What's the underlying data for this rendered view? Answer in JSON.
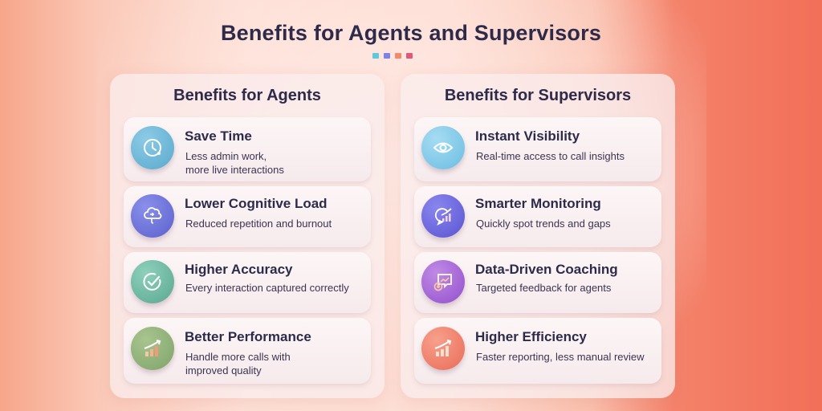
{
  "header": {
    "title": "Benefits for Agents and Supervisors",
    "accent_dots": [
      "#5fc8dc",
      "#7b84e6",
      "#f28a6e",
      "#e2587a"
    ]
  },
  "agents": {
    "title": "Benefits for Agents",
    "items": [
      {
        "title": "Save Time",
        "desc": "Less admin work,\nmore live interactions",
        "icon": "clock-icon",
        "color": "#6ab5d6"
      },
      {
        "title": "Lower Cognitive Load",
        "desc": "Reduced repetition and burnout",
        "icon": "brain-cloud-icon",
        "color": "#6a70d6"
      },
      {
        "title": "Higher Accuracy",
        "desc": "Every interaction captured correctly",
        "icon": "check-circle-icon",
        "color": "#6cb7a0"
      },
      {
        "title": "Better Performance",
        "desc": "Handle more calls with\nimproved quality",
        "icon": "growth-chart-icon",
        "color": "#8fb07a"
      }
    ]
  },
  "supervisors": {
    "title": "Benefits for Supervisors",
    "items": [
      {
        "title": "Instant Visibility",
        "desc": "Real-time access to call insights",
        "icon": "eye-icon",
        "color": "#7ec6e8"
      },
      {
        "title": "Smarter Monitoring",
        "desc": "Quickly spot trends and gaps",
        "icon": "chat-trend-icon",
        "color": "#6a66dc"
      },
      {
        "title": "Data-Driven Coaching",
        "desc": "Targeted feedback for agents",
        "icon": "coaching-icon",
        "color": "#a45fd8"
      },
      {
        "title": "Higher Efficiency",
        "desc": "Faster reporting, less manual review",
        "icon": "growth-chart-icon",
        "color": "#f07c68"
      }
    ]
  }
}
